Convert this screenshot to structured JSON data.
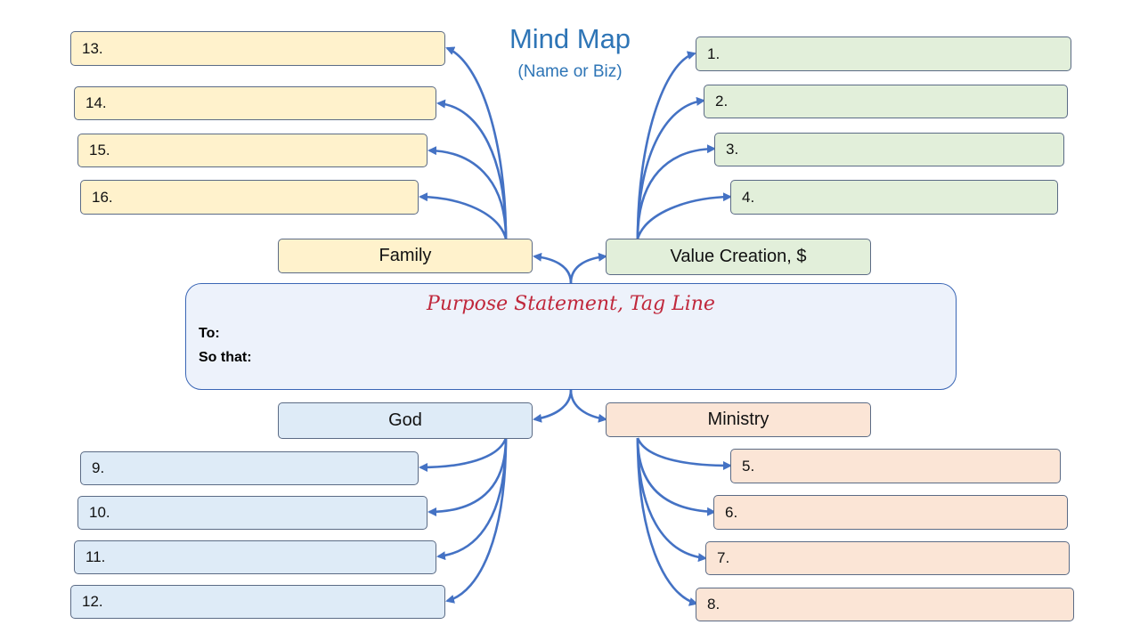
{
  "title": "Mind Map",
  "subtitle": "(Name or Biz)",
  "center": {
    "heading": "Purpose Statement, Tag Line",
    "to_label": "To:",
    "so_that_label": "So that:"
  },
  "categories": {
    "family": "Family",
    "value": "Value Creation, $",
    "god": "God",
    "ministry": "Ministry"
  },
  "items": {
    "n1": "1.",
    "n2": "2.",
    "n3": "3.",
    "n4": "4.",
    "n5": "5.",
    "n6": "6.",
    "n7": "7.",
    "n8": "8.",
    "n9": "9.",
    "n10": "10.",
    "n11": "11.",
    "n12": "12.",
    "n13": "13.",
    "n14": "14.",
    "n15": "15.",
    "n16": "16."
  },
  "colors": {
    "connector": "#4472c4",
    "family": "#fff2cc",
    "value": "#e2efda",
    "god": "#deebf7",
    "ministry": "#fbe5d6"
  }
}
